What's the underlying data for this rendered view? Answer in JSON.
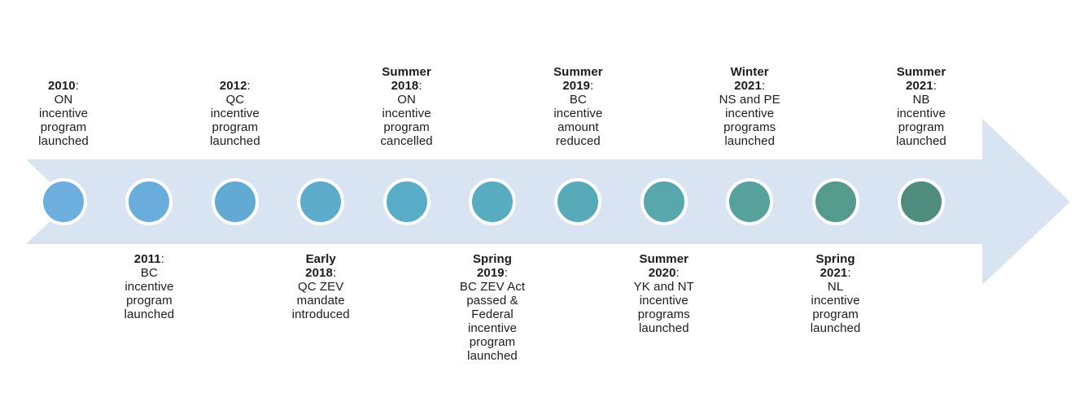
{
  "timeline": {
    "arrow_color": "#d9e4f3",
    "dot_ring_color": "#ffffff",
    "text_color": "#1c1c1c",
    "events": [
      {
        "period": "2010",
        "side": "top",
        "dot_color": "#6cafde",
        "lines": [
          "ON",
          "incentive",
          "program",
          "launched"
        ]
      },
      {
        "period": "2011",
        "side": "bottom",
        "dot_color": "#69addc",
        "lines": [
          "BC",
          "incentive",
          "program",
          "launched"
        ]
      },
      {
        "period": "2012",
        "side": "top",
        "dot_color": "#62aad4",
        "lines": [
          "QC",
          "incentive",
          "program",
          "launched"
        ]
      },
      {
        "period": "Early 2018",
        "side": "bottom",
        "dot_color": "#5dabcb",
        "lines": [
          "QC ZEV",
          "mandate",
          "introduced"
        ]
      },
      {
        "period": "Summer 2018",
        "side": "top",
        "dot_color": "#59acc5",
        "lines": [
          "ON",
          "incentive",
          "program",
          "cancelled"
        ]
      },
      {
        "period": "Spring 2019",
        "side": "bottom",
        "dot_color": "#57acbf",
        "lines": [
          "BC ZEV Act",
          "passed &",
          "Federal",
          "incentive",
          "program",
          "launched"
        ]
      },
      {
        "period": "Summer 2019",
        "side": "top",
        "dot_color": "#57aab8",
        "lines": [
          "BC",
          "incentive",
          "amount",
          "reduced"
        ]
      },
      {
        "period": "Summer 2020",
        "side": "bottom",
        "dot_color": "#58a7ac",
        "lines": [
          "YK and NT",
          "incentive",
          "programs",
          "launched"
        ]
      },
      {
        "period": "Winter 2021",
        "side": "top",
        "dot_color": "#58a29d",
        "lines": [
          "NS and PE",
          "incentive",
          "programs",
          "launched"
        ]
      },
      {
        "period": "Spring 2021",
        "side": "bottom",
        "dot_color": "#549b8e",
        "lines": [
          "NL",
          "incentive",
          "program",
          "launched"
        ]
      },
      {
        "period": "Summer 2021",
        "side": "top",
        "dot_color": "#508c7d",
        "lines": [
          "NB",
          "incentive",
          "program",
          "launched"
        ]
      }
    ]
  }
}
